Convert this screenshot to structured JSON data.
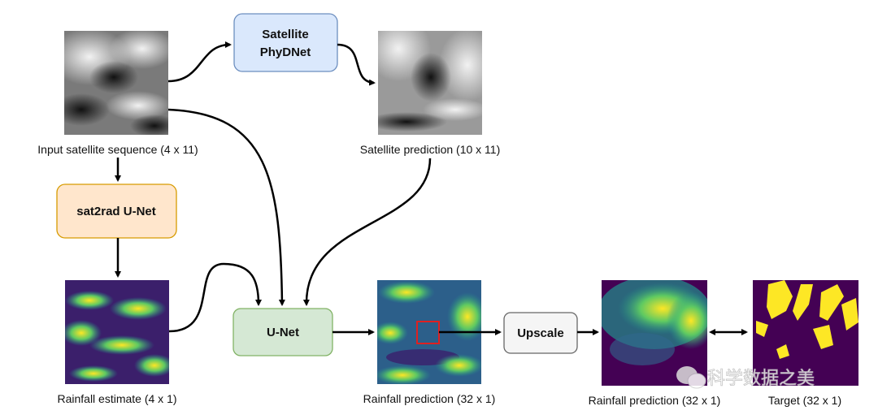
{
  "nodes": {
    "input_satellite": {
      "label": "Input satellite sequence (4 x 11)"
    },
    "satellite_phydnet": {
      "line1": "Satellite",
      "line2": "PhyDNet",
      "fill": "#dae8fc",
      "stroke": "#6c8ebf"
    },
    "satellite_prediction": {
      "label": "Satellite prediction (10 x 11)"
    },
    "sat2rad_unet": {
      "label": "sat2rad U-Net",
      "fill": "#ffe6cc",
      "stroke": "#d79b00"
    },
    "rainfall_estimate": {
      "label": "Rainfall estimate (4 x 1)"
    },
    "unet": {
      "label": "U-Net",
      "fill": "#d5e8d4",
      "stroke": "#82b366"
    },
    "rainfall_prediction": {
      "label": "Rainfall prediction (32 x 1)"
    },
    "upscale": {
      "label": "Upscale",
      "fill": "#f5f5f5",
      "stroke": "#666666"
    },
    "rainfall_prediction_upscaled": {
      "label": "Rainfall prediction (32 x 1)"
    },
    "target": {
      "label": "Target (32 x 1)"
    }
  },
  "watermark": "科学数据之美",
  "colors": {
    "viridis_dark": "#440154",
    "viridis_mid": "#21918c",
    "viridis_light": "#fde725",
    "highlight": "#e02020"
  }
}
